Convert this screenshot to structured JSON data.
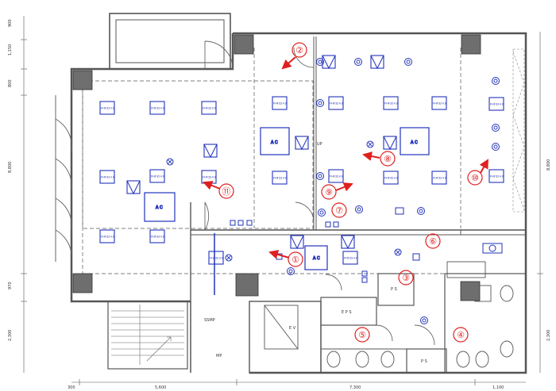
{
  "colors": {
    "wall": "#555555",
    "pillar": "#6e6e6e",
    "fixture": "#2233bb",
    "marker": "#e02020"
  },
  "dimensions": {
    "top_left_1": "900",
    "top_left_2": "1,150",
    "top_left_3": "800",
    "left_main": "8,800",
    "left_lower_1": "970",
    "left_lower_2": "2,300",
    "right_main": "8,800",
    "right_lower": "2,300",
    "bottom_1": "300",
    "bottom_2": "5,600",
    "bottom_3": "7,300",
    "bottom_4": "1,100"
  },
  "light_fixture_label": "FHF32×3",
  "room_labels": {
    "ac": "A C",
    "ev": "E V",
    "eps": "E P S",
    "ps": "P S",
    "ps2": "P S",
    "mp": "MP",
    "ssmp": "SSMP",
    "up": "UP"
  },
  "markers": [
    {
      "label": "①"
    },
    {
      "label": "②"
    },
    {
      "label": "③"
    },
    {
      "label": "④"
    },
    {
      "label": "⑤"
    },
    {
      "label": "⑥"
    },
    {
      "label": "⑦"
    },
    {
      "label": "⑧"
    },
    {
      "label": "⑨"
    },
    {
      "label": "⑩"
    },
    {
      "label": "⑪"
    }
  ]
}
